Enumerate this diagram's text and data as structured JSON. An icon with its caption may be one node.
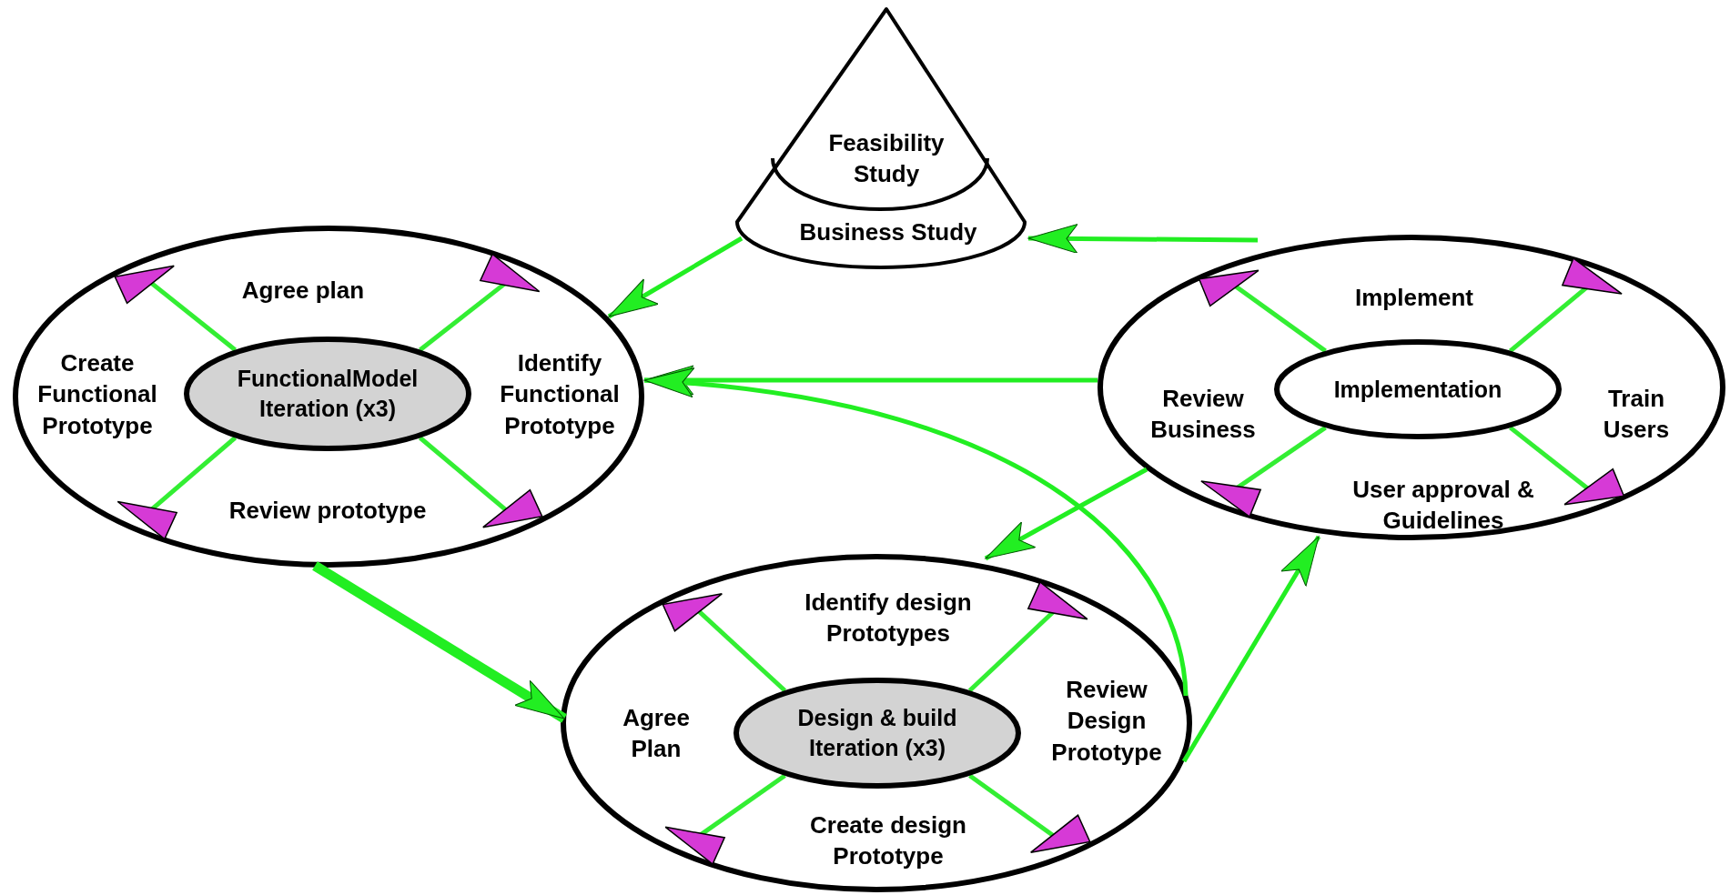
{
  "diagram": {
    "nodes": [
      {
        "text": [
          "Feasibility Study",
          "Business Study"
        ]
      },
      {
        "text": [
          "Agree plan",
          "Create Functional Prototype",
          "Identify Functional Prototype",
          "Review prototype"
        ]
      },
      {
        "text": [
          "FunctionalModel Iteration (x3)"
        ],
        "in": 1
      },
      {
        "text": [
          "Implement",
          "Review Business",
          "Train Users",
          "User approval & Guidelines"
        ]
      },
      {
        "text": [
          "Implementation"
        ],
        "in": 3
      },
      {
        "text": [
          "Identify design Prototypes",
          "Agree Plan",
          "Review Design Prototype",
          "Create design Prototype"
        ]
      },
      {
        "text": [
          "Design & build Iteration (x3)"
        ],
        "in": 5
      }
    ],
    "edges": [
      {
        "from": 0,
        "to": 1,
        "arrow": "to"
      },
      {
        "from": 3,
        "to": 0,
        "arrow": "to"
      },
      {
        "from": 3,
        "to": 1,
        "arrow": "to"
      },
      {
        "from": 5,
        "to": 1,
        "arrow": "to"
      },
      {
        "from": 1,
        "to": 5,
        "arrow": "to",
        "style": "thick"
      },
      {
        "from": 3,
        "to": 5,
        "arrow": "to"
      },
      {
        "from": 5,
        "to": 3,
        "arrow": "to"
      }
    ]
  }
}
